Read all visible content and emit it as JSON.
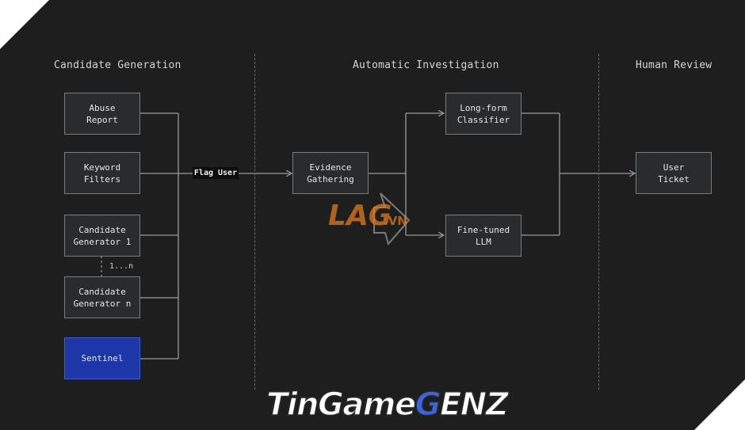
{
  "sections": {
    "candidate_generation": "Candidate Generation",
    "automatic_investigation": "Automatic Investigation",
    "human_review": "Human Review"
  },
  "nodes": {
    "abuse_report": "Abuse\nReport",
    "keyword_filters": "Keyword\nFilters",
    "candidate_generator_1": "Candidate\nGenerator 1",
    "candidate_generator_n": "Candidate\nGenerator n",
    "sentinel": "Sentinel",
    "evidence_gathering": "Evidence\nGathering",
    "long_form_classifier": "Long-form\nClassifier",
    "fine_tuned_llm": "Fine-tuned\nLLM",
    "user_ticket": "User\nTicket"
  },
  "edge_labels": {
    "flag_user": "Flag User",
    "range": "1...n"
  },
  "watermarks": {
    "logo": "LAG.VN",
    "site": "TinGameGENZ"
  },
  "colors": {
    "background": "#1e1e1f",
    "node_fill": "#2a2b2d",
    "node_border": "#7b7b7b",
    "sentinel_fill": "#1d37a8",
    "text": "#e6e6e6",
    "watermark_orange": "#e07a1a"
  }
}
